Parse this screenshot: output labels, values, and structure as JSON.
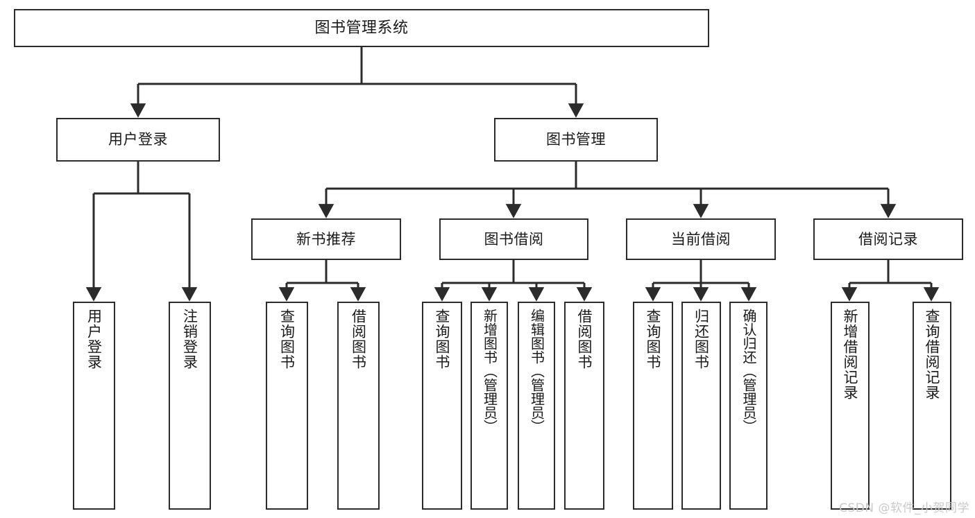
{
  "diagram": {
    "type": "tree-hierarchy-chart",
    "title": "图书管理系统",
    "line_color": "#2b2b2b",
    "box_fill": "#ffffff",
    "text_color": "#1a1a1a",
    "watermark": "CSDN @软件_小贺同学",
    "levels": {
      "root": "图书管理系统",
      "level2": [
        "用户登录",
        "图书管理"
      ],
      "level3": [
        "新书推荐",
        "图书借阅",
        "当前借阅",
        "借阅记录"
      ]
    },
    "nodes": {
      "root": "图书管理系统",
      "user_login": "用户登录",
      "book_manage": "图书管理",
      "new_book_rec": "新书推荐",
      "book_borrow": "图书借阅",
      "current_borrow": "当前借阅",
      "borrow_record": "借阅记录",
      "leaf_user_login": "用户登录",
      "leaf_user_logout": "注销登录",
      "leaf_query_book_1": "查询图书",
      "leaf_borrow_book_1": "借阅图书",
      "leaf_query_book_2": "查询图书",
      "leaf_add_book": "新增图书（管理员）",
      "leaf_edit_book": "编辑图书（管理员）",
      "leaf_borrow_book_2": "借阅图书",
      "leaf_query_book_3": "查询图书",
      "leaf_return_book": "归还图书",
      "leaf_confirm_return": "确认归还（管理员）",
      "leaf_add_record": "新增借阅记录",
      "leaf_query_record": "查询借阅记录"
    },
    "edges": [
      {
        "from": "图书管理系统",
        "to": "用户登录"
      },
      {
        "from": "图书管理系统",
        "to": "图书管理"
      },
      {
        "from": "用户登录",
        "to": "用户登录"
      },
      {
        "from": "用户登录",
        "to": "注销登录"
      },
      {
        "from": "图书管理",
        "to": "新书推荐"
      },
      {
        "from": "图书管理",
        "to": "图书借阅"
      },
      {
        "from": "图书管理",
        "to": "当前借阅"
      },
      {
        "from": "图书管理",
        "to": "借阅记录"
      },
      {
        "from": "新书推荐",
        "to": "查询图书"
      },
      {
        "from": "新书推荐",
        "to": "借阅图书"
      },
      {
        "from": "图书借阅",
        "to": "查询图书"
      },
      {
        "from": "图书借阅",
        "to": "新增图书（管理员）"
      },
      {
        "from": "图书借阅",
        "to": "编辑图书（管理员）"
      },
      {
        "from": "图书借阅",
        "to": "借阅图书"
      },
      {
        "from": "当前借阅",
        "to": "查询图书"
      },
      {
        "from": "当前借阅",
        "to": "归还图书"
      },
      {
        "from": "当前借阅",
        "to": "确认归还（管理员）"
      },
      {
        "from": "借阅记录",
        "to": "新增借阅记录"
      },
      {
        "from": "借阅记录",
        "to": "查询借阅记录"
      }
    ]
  }
}
